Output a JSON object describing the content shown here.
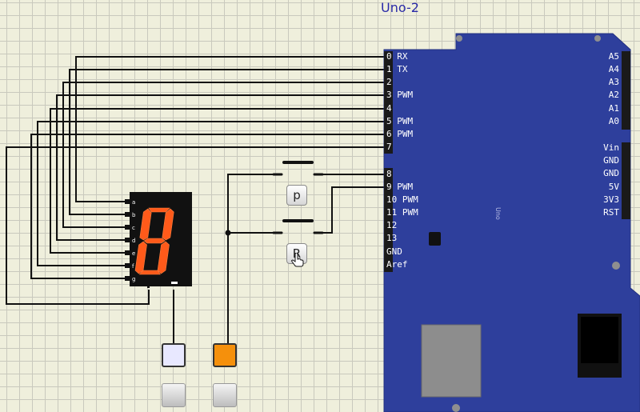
{
  "board": {
    "title": "Uno-2",
    "label": "Uno",
    "colors": {
      "pcb": "#2e3f9c",
      "header": "#1a1a1a",
      "usb": "#8d8d8d"
    }
  },
  "digital_pins": [
    "0 RX",
    "1 TX",
    "2",
    "3 PWM",
    "4",
    "5 PWM",
    "6 PWM",
    "7",
    "8",
    "9 PWM",
    "10 PWM",
    "11 PWM",
    "12",
    "13",
    "GND",
    "Aref"
  ],
  "analog_pins": [
    "A5",
    "A4",
    "A3",
    "A2",
    "A1",
    "A0"
  ],
  "power_pins": [
    "Vin",
    "GND",
    "GND",
    "5V",
    "3V3",
    "RST"
  ],
  "display": {
    "segment_labels": [
      "a",
      "b",
      "c",
      "d",
      "e",
      "f",
      "g"
    ],
    "digit": "8",
    "colors": {
      "lit": "#ff5a1a",
      "body": "#111111"
    }
  },
  "buttons": [
    {
      "name": "button-p",
      "label": "p"
    },
    {
      "name": "button-r",
      "label": "R"
    }
  ],
  "pads": [
    {
      "name": "pad-white",
      "color": "#e8e8ff"
    },
    {
      "name": "pad-orange",
      "color": "#f5900c"
    }
  ]
}
